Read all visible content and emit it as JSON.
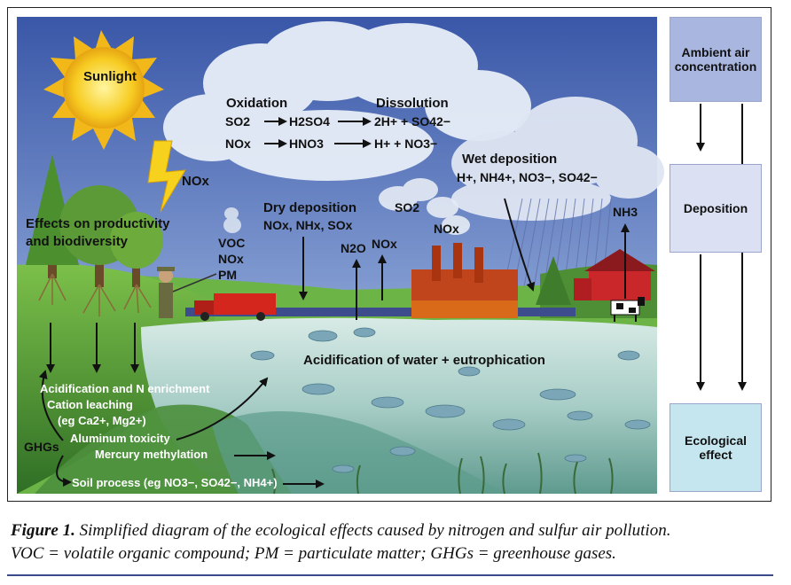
{
  "scene": {
    "sunlight": "Sunlight",
    "lightning_nox": "NOx",
    "oxidation": {
      "title": "Oxidation",
      "so2": "SO2",
      "h2so4": "H2SO4",
      "nox": "NOx",
      "hno3": "HNO3"
    },
    "dissolution": {
      "title": "Dissolution",
      "line1": "2H+ + SO42−",
      "line2": "H+ + NO3−"
    },
    "wet_deposition": {
      "title": "Wet deposition",
      "ions": "H+, NH4+, NO3−, SO42−"
    },
    "dry_deposition": {
      "title": "Dry deposition",
      "species": "NOx, NHx, SOx"
    },
    "effects": {
      "line1": "Effects on productivity",
      "line2": "and biodiversity"
    },
    "emissions": {
      "voc": "VOC",
      "nox": "NOx",
      "pm": "PM"
    },
    "n2o": "N2O",
    "nox_up": "NOx",
    "factory_so2": "SO2",
    "factory_nox": "NOx",
    "nh3": "NH3",
    "acidification": "Acidification of water + eutrophication",
    "soil_effects": {
      "acid_n": "Acidification and N enrichment",
      "cation1": "Cation leaching",
      "cation2": "(eg Ca2+, Mg2+)",
      "aluminum": "Aluminum toxicity",
      "mercury": "Mercury methylation",
      "ghgs": "GHGs",
      "soil_process": "Soil process (eg NO3−, SO42−, NH4+)"
    }
  },
  "flow": {
    "ambient": "Ambient air concentration",
    "deposition": "Deposition",
    "ecological": "Ecological effect"
  },
  "caption": {
    "figure_label": "Figure 1.",
    "description": "Simplified diagram of the ecological effects caused by nitrogen and sulfur air pollution.",
    "abbreviations": "VOC = volatile organic compound; PM = particulate matter; GHGs = greenhouse gases."
  },
  "colors": {
    "sky_top": "#3f5fae",
    "sky_bottom": "#b9c8e6",
    "sun": "#f5c518",
    "grass": "#5ea83c",
    "water": "#9fc7c0",
    "factory": "#c0441c",
    "truck": "#d4261d",
    "barn": "#c9272a",
    "box_blue": "#a9b6e0",
    "box_light": "#dbe1f3",
    "box_effect": "#c6e6ef"
  }
}
